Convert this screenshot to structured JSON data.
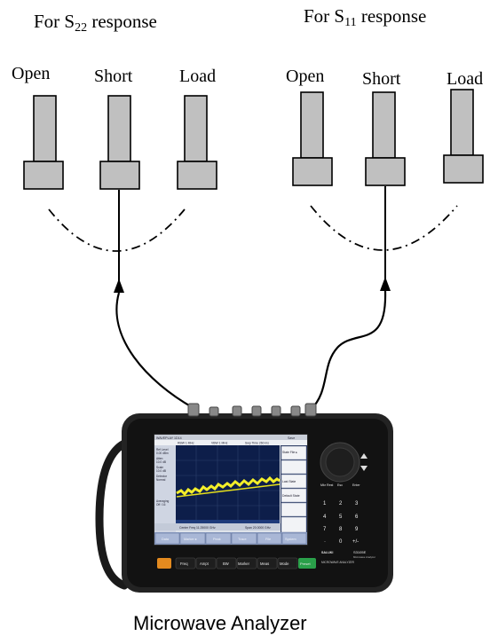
{
  "headings": {
    "s22": {
      "prefix": "For S",
      "sub": "22",
      "suffix": " response"
    },
    "s11": {
      "prefix": "For S",
      "sub": "11",
      "suffix": " response"
    }
  },
  "left_standards": [
    "Open",
    "Short",
    "Load"
  ],
  "right_standards": [
    "Open",
    "Short",
    "Load"
  ],
  "caption": "Microwave Analyzer",
  "analyzer": {
    "top_left_label": "WAVEPLAY 1D14",
    "top_right_label": "Save",
    "status": {
      "rbw": "RBW 1 MHz",
      "vbw": "VBW 1 MHz",
      "swp": "Swp Time 260 ms"
    },
    "side_params": [
      "Ref Level",
      "0.00 dBm",
      "Atten",
      "10.0 dB",
      "Scale",
      "10.0 dB",
      "Detector",
      "Normal",
      "Averaging",
      "Off / 16"
    ],
    "softkeys": [
      "State File ▸",
      "Last State",
      "Default State"
    ],
    "center_freq": "Center Freq 11.25000 GHz",
    "span": "Span 20.0000 GHz",
    "bottom_tabs": [
      "Data",
      "Marker ▸",
      "Peak",
      "Trace",
      "File",
      "System"
    ],
    "hard_keys": [
      "Freq",
      "Ampt",
      "BW",
      "Marker",
      "Meas",
      "Mode",
      "Preset"
    ],
    "nav_keys": [
      "Mkr Rest",
      "Esc",
      "Enter"
    ],
    "keypad": [
      "1",
      "2",
      "3",
      "4",
      "5",
      "6",
      "7",
      "8",
      "9",
      "·",
      "0",
      "+/-"
    ],
    "brand": "SALUKI",
    "model": "S3105E",
    "model_sub": "Microwave Analyzer",
    "model_name": "MICROWAVE ANALYZER"
  }
}
